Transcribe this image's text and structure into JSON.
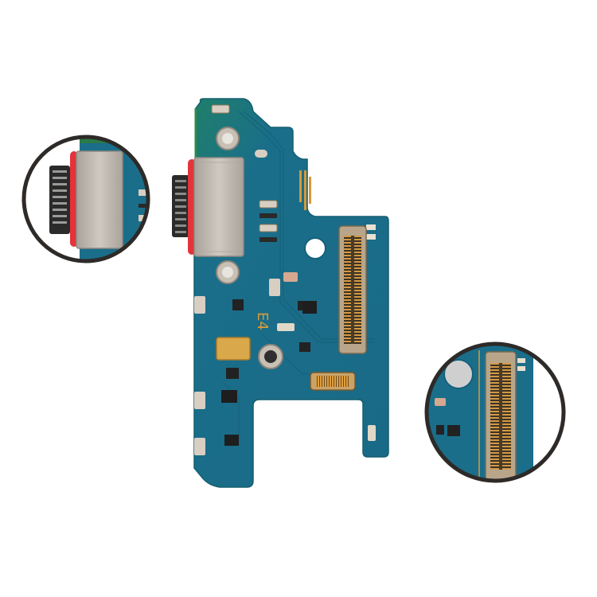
{
  "image": {
    "subject": "Charging port flex board (USB-C) product photo",
    "background_color": "#ffffff"
  },
  "board": {
    "pcb_color": "#1a6e8a",
    "pcb_edge_color": "#1f7a5a",
    "silkscreen_color": "#d69a3a",
    "silkscreen_label": "E4"
  },
  "components": {
    "usb_port": {
      "shell_color": "#bdb7b0",
      "gasket_color": "#e2343a",
      "pins_color": "#2b2b2b"
    },
    "board_connector": {
      "body_color": "#c9a26a",
      "pins_color": "#d0902f"
    },
    "microphone": {
      "color": "#d9a84a"
    },
    "mounting_holes": {
      "ring_color": "#c8c0b5"
    }
  },
  "insets": [
    {
      "name": "usb-port-closeup",
      "border_color": "#2e2a28"
    },
    {
      "name": "board-to-board-connector-closeup",
      "border_color": "#2e2a28"
    }
  ]
}
